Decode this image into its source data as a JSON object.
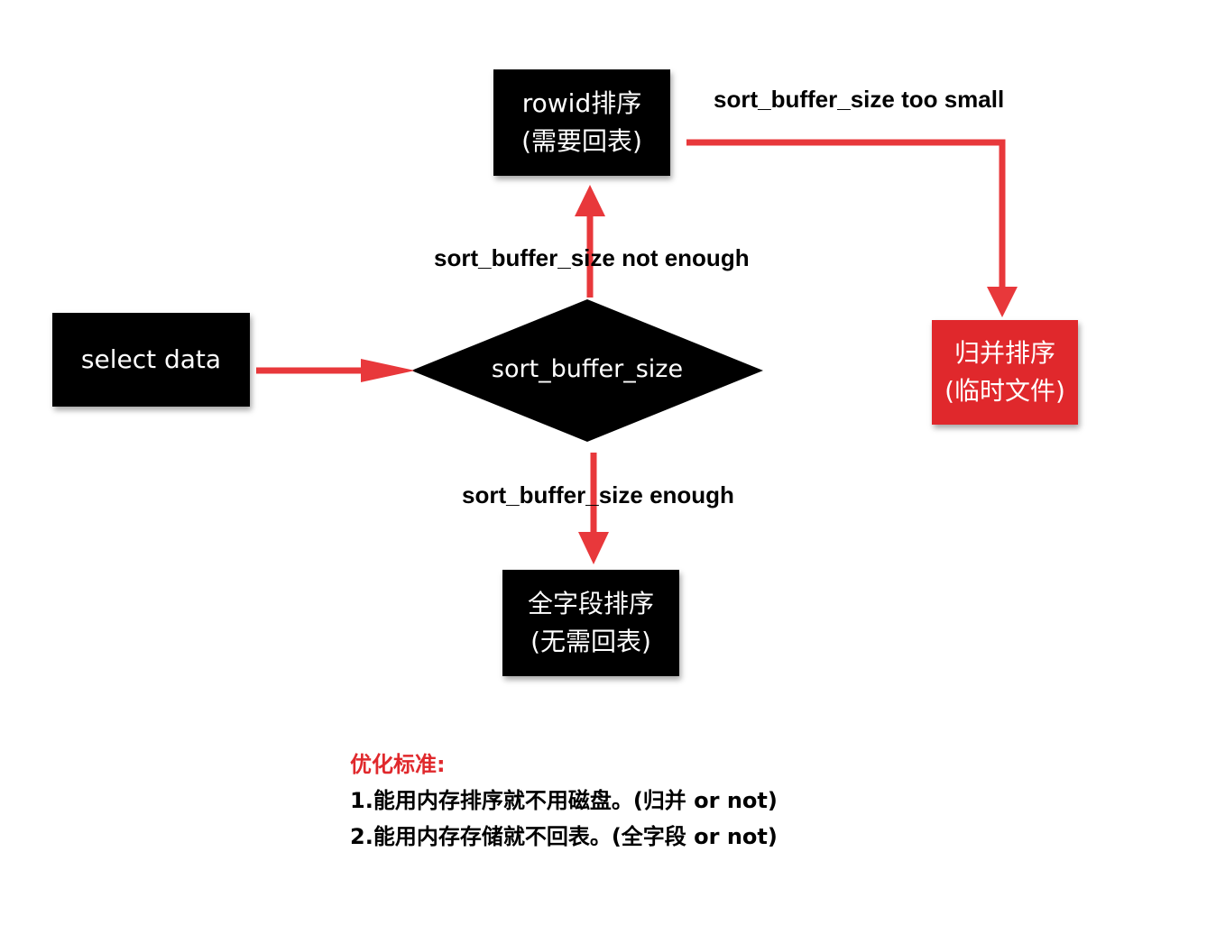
{
  "nodes": {
    "select_data": {
      "label": "select data"
    },
    "decision": {
      "label": "sort_buffer_size"
    },
    "rowid_sort": {
      "line1": "rowid排序",
      "line2": "(需要回表)"
    },
    "full_field_sort": {
      "line1": "全字段排序",
      "line2": "(无需回表)"
    },
    "merge_sort": {
      "line1": "归并排序",
      "line2": "(临时文件)"
    }
  },
  "edges": {
    "not_enough": "sort_buffer_size not enough",
    "enough": "sort_buffer_size enough",
    "too_small": "sort_buffer_size too small"
  },
  "notes": {
    "title": "优化标准:",
    "line1": "1.能用内存排序就不用磁盘。(归并 or not)",
    "line2": "2.能用内存存储就不回表。(全字段 or not)"
  },
  "colors": {
    "node_fill": "#000000",
    "arrow": "#e8383b",
    "merge_fill": "#e0282c",
    "notes_title": "#e0282c"
  }
}
